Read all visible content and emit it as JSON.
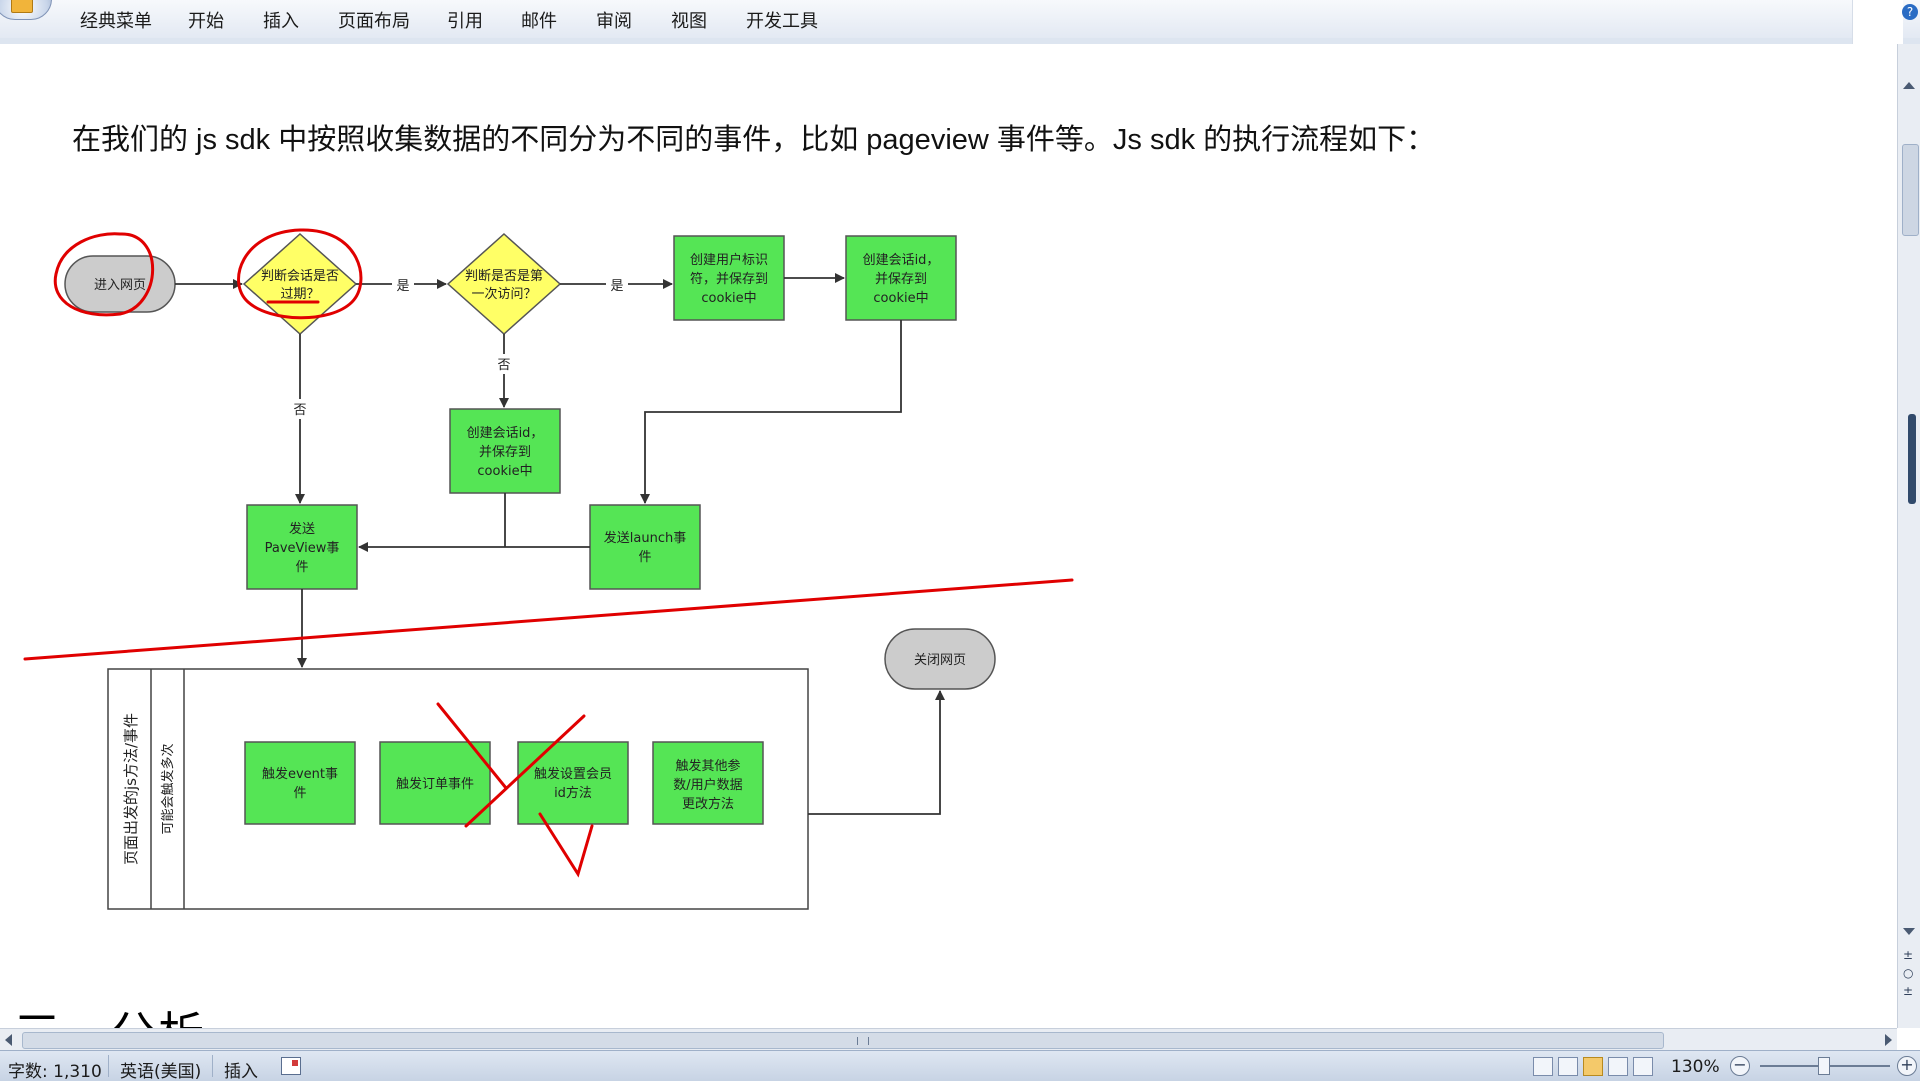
{
  "ribbon": {
    "tabs": [
      "经典菜单",
      "开始",
      "插入",
      "页面布局",
      "引用",
      "邮件",
      "审阅",
      "视图",
      "开发工具"
    ]
  },
  "document": {
    "intro": "在我们的 js sdk 中按照收集数据的不同分为不同的事件，比如 pageview 事件等。Js sdk 的执行流程如下：",
    "heading": "三、分析"
  },
  "flowchart": {
    "start": "进入网页",
    "check_expired": [
      "判断会话是否",
      "过期？"
    ],
    "check_first": [
      "判断是否是第",
      "一次访问？"
    ],
    "create_user_id": [
      "创建用户标识",
      "符，并保存到",
      "cookie中"
    ],
    "create_session_top": [
      "创建会话id，",
      "并保存到",
      "cookie中"
    ],
    "create_session_mid": [
      "创建会话id，",
      "并保存到",
      "cookie中"
    ],
    "send_pageview": [
      "发送",
      "PaveView事",
      "件"
    ],
    "send_launch": [
      "发送launch事",
      "件"
    ],
    "close_page": "关闭网页",
    "label_yes": "是",
    "label_no": "否",
    "lane_title": "页面出发的js方法/事件",
    "lane_subtitle": "可能会触发多次",
    "trigger_event": [
      "触发event事",
      "件"
    ],
    "trigger_order": "触发订单事件",
    "trigger_member": [
      "触发设置会员",
      "id方法"
    ],
    "trigger_other": [
      "触发其他参",
      "数/用户数据",
      "更改方法"
    ]
  },
  "statusbar": {
    "word_count": "字数: 1,310",
    "language": "英语(美国)",
    "mode": "插入",
    "zoom": "130%"
  },
  "colors": {
    "process_fill": "#55e555",
    "decision_fill": "#ffff66",
    "terminal_fill": "#cccccc",
    "annotation_red": "#e00000"
  }
}
